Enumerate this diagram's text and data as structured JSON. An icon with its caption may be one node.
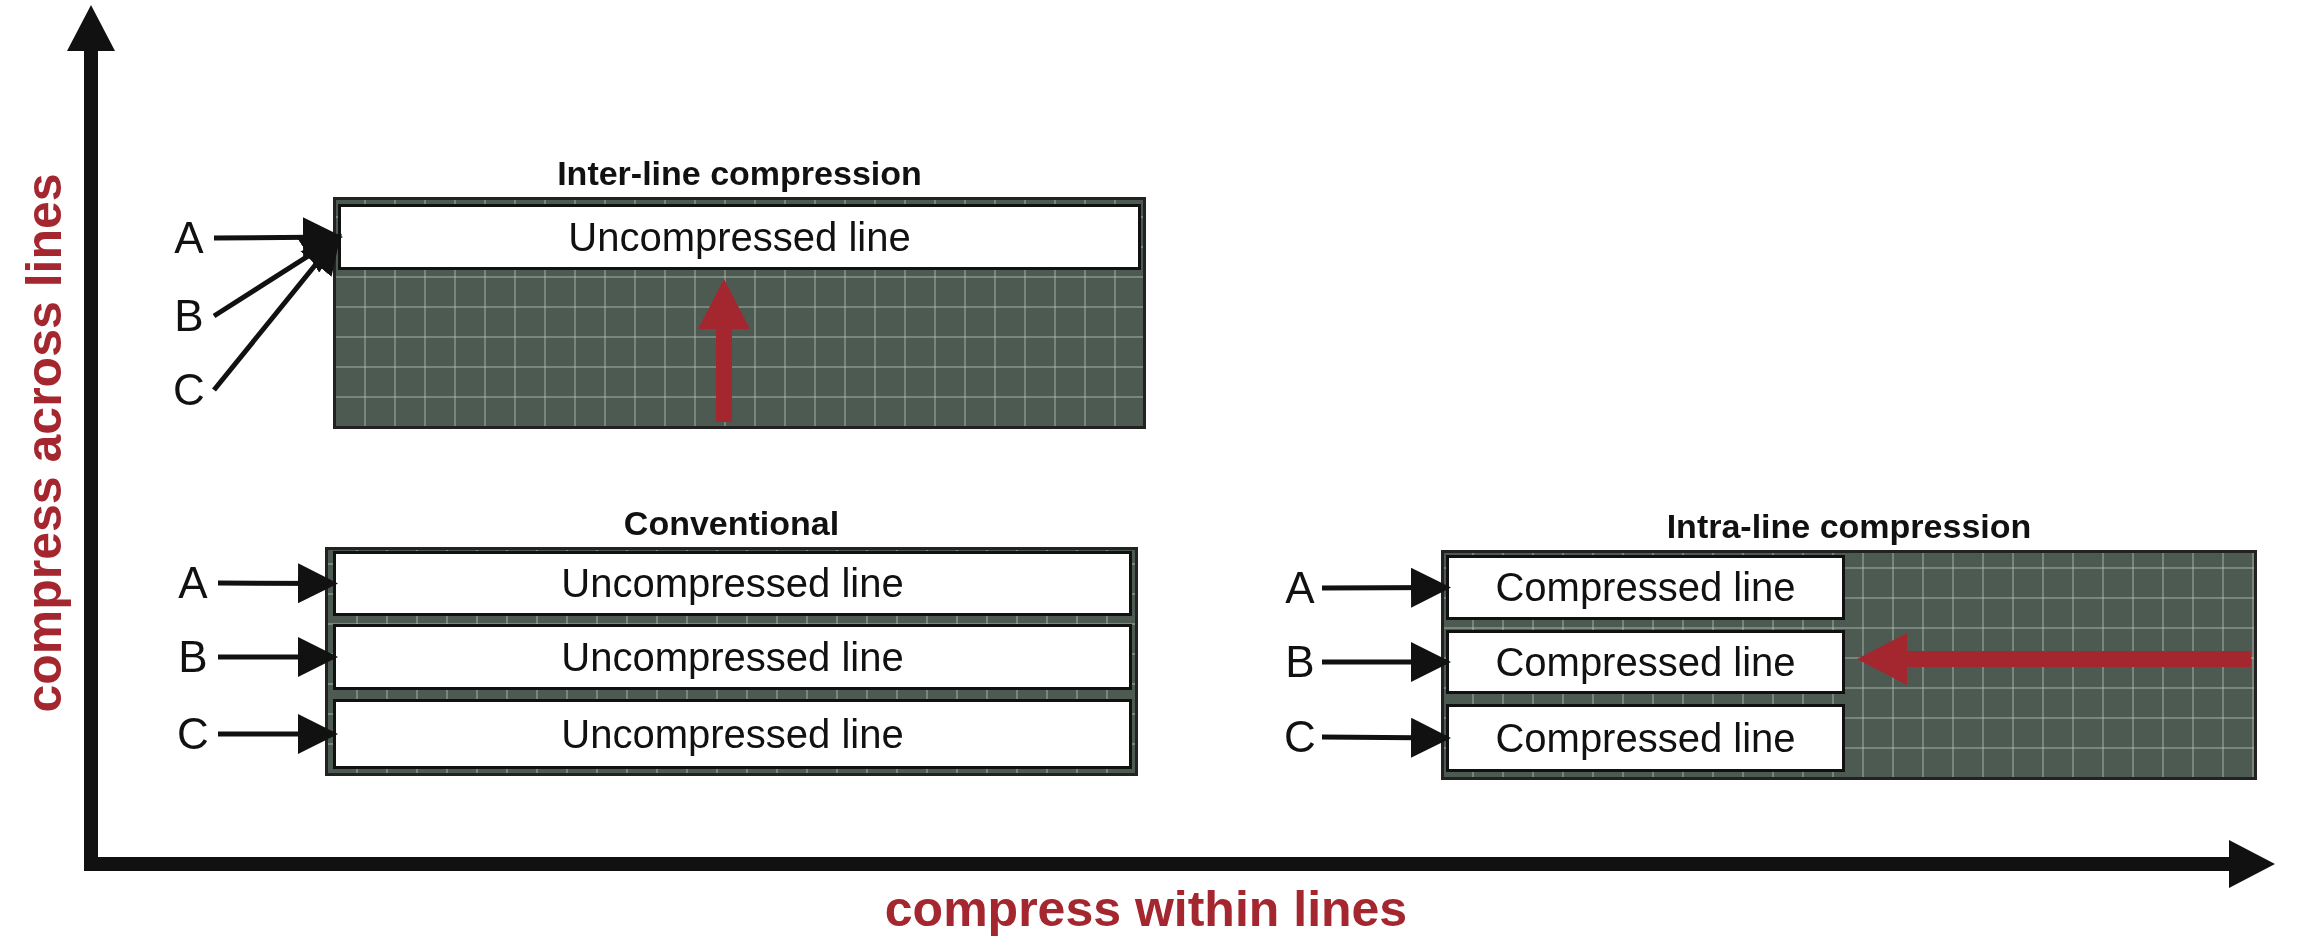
{
  "diagram": {
    "nodes": [
      {
        "text": [
          "Inter-line compression"
        ]
      },
      {
        "text": [
          "Uncompressed line"
        ],
        "in": 0
      },
      {
        "text": [
          "A"
        ]
      },
      {
        "text": [
          "B"
        ]
      },
      {
        "text": [
          "C"
        ]
      },
      {
        "text": [
          "Conventional"
        ]
      },
      {
        "text": [
          "Uncompressed line"
        ],
        "in": 5
      },
      {
        "text": [
          "Uncompressed line"
        ],
        "in": 5
      },
      {
        "text": [
          "Uncompressed line"
        ],
        "in": 5
      },
      {
        "text": [
          "A"
        ]
      },
      {
        "text": [
          "B"
        ]
      },
      {
        "text": [
          "C"
        ]
      },
      {
        "text": [
          "Intra-line compression"
        ]
      },
      {
        "text": [
          "Compressed line"
        ],
        "in": 12
      },
      {
        "text": [
          "Compressed line"
        ],
        "in": 12
      },
      {
        "text": [
          "Compressed line"
        ],
        "in": 12
      },
      {
        "text": [
          "A"
        ]
      },
      {
        "text": [
          "B"
        ]
      },
      {
        "text": [
          "C"
        ]
      }
    ],
    "edges": [
      {
        "from": 2,
        "to": 1,
        "arrow": "to"
      },
      {
        "from": 3,
        "to": 1,
        "arrow": "to"
      },
      {
        "from": 4,
        "to": 1,
        "arrow": "to"
      },
      {
        "from": 9,
        "to": 6,
        "arrow": "to"
      },
      {
        "from": 10,
        "to": 7,
        "arrow": "to"
      },
      {
        "from": 11,
        "to": 8,
        "arrow": "to"
      },
      {
        "from": 16,
        "to": 13,
        "arrow": "to"
      },
      {
        "from": 17,
        "to": 14,
        "arrow": "to"
      },
      {
        "from": 18,
        "to": 15,
        "arrow": "to"
      }
    ],
    "labels": [
      "compress across lines",
      "compress within lines"
    ]
  }
}
